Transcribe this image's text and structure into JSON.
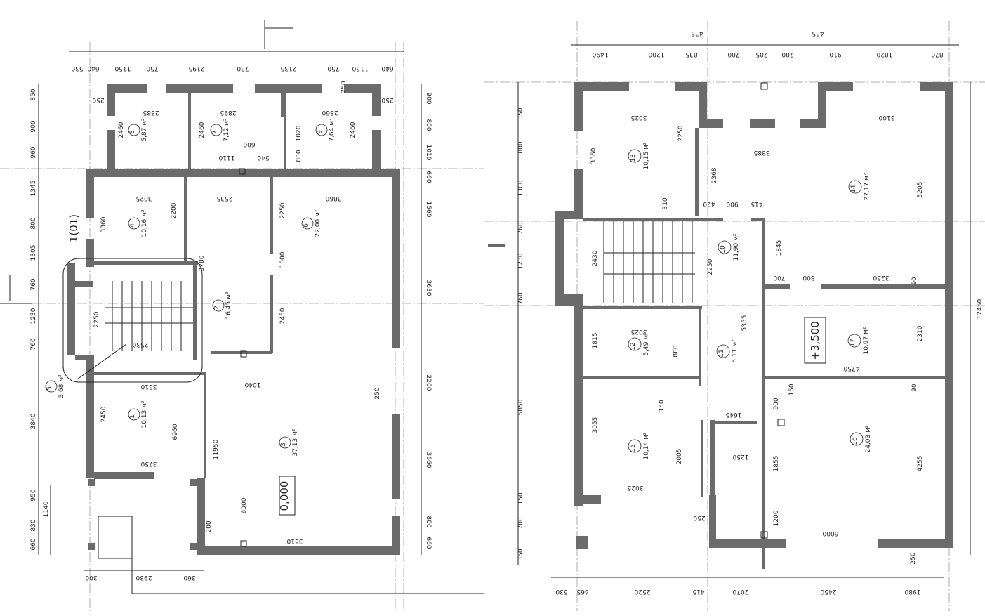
{
  "left_plan": {
    "section_mark": "1(01)",
    "level": "0,000",
    "rooms": [
      {
        "num": "8",
        "area": "5,87 м²"
      },
      {
        "num": "7",
        "area": "7,12 м²"
      },
      {
        "num": "9",
        "area": "7,64 м²"
      },
      {
        "num": "4",
        "area": "10,16 м²"
      },
      {
        "num": "6",
        "area": "22,00 м²"
      },
      {
        "num": "2",
        "area": "16,45 м²"
      },
      {
        "num": "5",
        "area": "3,68 м²"
      },
      {
        "num": "1",
        "area": "10,13 м²"
      },
      {
        "num": "3",
        "area": "37,13 м²"
      }
    ],
    "dims_top": [
      "530",
      "640",
      "1150",
      "750",
      "2195",
      "750",
      "2135",
      "750",
      "1150",
      "640"
    ],
    "dims_left": [
      "850",
      "900",
      "960",
      "1345",
      "800",
      "1305",
      "760",
      "1230",
      "760",
      "3840",
      "950",
      "1140",
      "830",
      "660"
    ],
    "dims_right": [
      "900",
      "800",
      "1010",
      "660",
      "1560",
      "3630",
      "2200",
      "3660",
      "800",
      "660"
    ],
    "dims_bottom": [
      "300",
      "2930",
      "360"
    ],
    "dims_inner": [
      "2385",
      "2895",
      "2860",
      "2460",
      "2460",
      "2460",
      "3025",
      "2535",
      "3860",
      "2200",
      "3360",
      "2250",
      "1000",
      "2450",
      "3780",
      "2250",
      "2530",
      "3510",
      "1040",
      "6000",
      "3510",
      "3750",
      "2450",
      "6960",
      "11950",
      "250",
      "250",
      "250",
      "250",
      "200",
      "600",
      "1110",
      "540",
      "800",
      "1020"
    ]
  },
  "right_plan": {
    "level": "+3,500",
    "rooms": [
      {
        "num": "13",
        "area": "10,15 м²"
      },
      {
        "num": "14",
        "area": "27,17 м²"
      },
      {
        "num": "10",
        "area": "11,90 м²"
      },
      {
        "num": "12",
        "area": "5,49 м²"
      },
      {
        "num": "11",
        "area": "5,11 м²"
      },
      {
        "num": "17",
        "area": "10,97 м²"
      },
      {
        "num": "15",
        "area": "10,14 м²"
      },
      {
        "num": "16",
        "area": "24,03 м²"
      }
    ],
    "dims_top": [
      "1490",
      "1200",
      "835",
      "700",
      "705",
      "700",
      "910",
      "1820",
      "870",
      "435",
      "435"
    ],
    "dims_left": [
      "1350",
      "800",
      "1300",
      "760",
      "1230",
      "760",
      "5850",
      "150",
      "700",
      "350"
    ],
    "dims_right": [
      "12450"
    ],
    "dims_bottom": [
      "530",
      "665",
      "2520",
      "415",
      "2070",
      "2450",
      "1980"
    ],
    "dims_inner": [
      "3025",
      "3100",
      "3385",
      "2250",
      "3360",
      "2368",
      "5205",
      "900",
      "415",
      "420",
      "2430",
      "2250",
      "1845",
      "700",
      "800",
      "3250",
      "3025",
      "1815",
      "5355",
      "2310",
      "4750",
      "3055",
      "2005",
      "1645",
      "1250",
      "1855",
      "4255",
      "6000",
      "3025",
      "1200",
      "250",
      "250",
      "90",
      "90",
      "150",
      "150",
      "900",
      "800",
      "310"
    ]
  }
}
